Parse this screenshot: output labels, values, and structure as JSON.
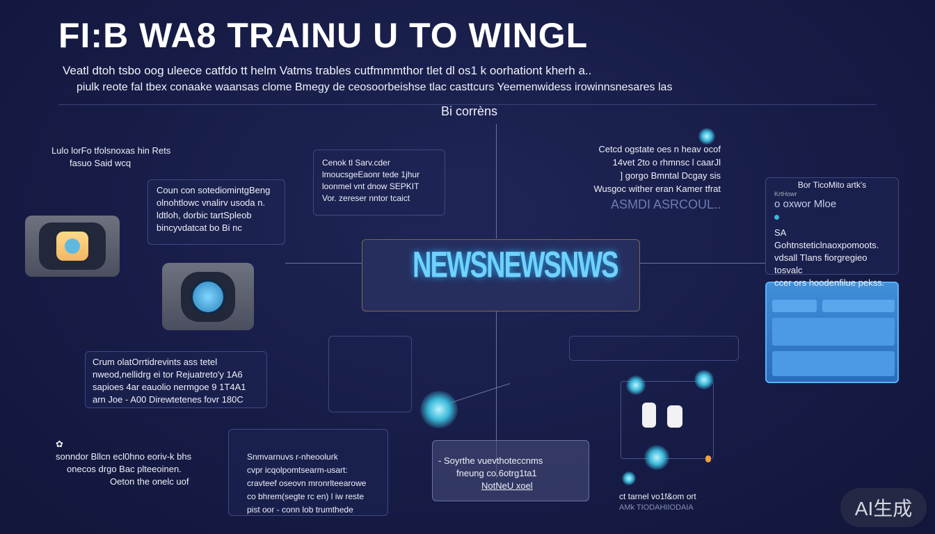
{
  "header": {
    "title": "FI:B WA8 TRAINU U TO WINGL",
    "subtitle_line1": "Veatl dtoh tsbo oog uleece catfdo tt helm Vatms trables cutfmmmthor tlet dl os1 k oorhationt kherh a..",
    "subtitle_line2": "piulk reote fal tbex conaake waansas clome Bmegy de ceosoorbeishse tlac casttcurs Yeemenwidess irowinnsnesares las",
    "section_label": "Bi corrèns"
  },
  "notes": {
    "top_left": [
      "Lulo lorFo tfolsnoxas hin Rets",
      "fasuo Said wcq"
    ],
    "card_a": [
      "Coun con sotediomintgBeng",
      "olnohtlowc vnalirv usoda n.",
      "ldtloh, dorbic tartSpleob",
      "bincyvdatcat bo Bi nc"
    ],
    "card_b": [
      "Cenok tl Sarv.cder",
      "lmoucsgeEaonr tede 1jhur",
      "loonmel vnt dnow SEPKIT",
      "Vor. zereser nntor tcaict"
    ],
    "card_c": [
      "Cetcd ogstate oes n heav ocof",
      "14vet 2to o rhmnsc l caarJl",
      "] gorgo Bmntal Dcgay sis",
      "Wusgoc wither eran Kamer tfrat"
    ],
    "card_c_faded": "ASMDI ASRCOUL..",
    "card_d_header": "Bor TicoMito artk's",
    "card_d_small": "KrtHowr",
    "card_d_sub": "o oxwor Mloe",
    "card_d": [
      "SA Gohtnsteticlnaoxpomoots.",
      "vdsall Tlans fiorgregieo tosvalc",
      "ccer ors hoodenfilue pekss."
    ],
    "card_e": [
      "Crum olatOrrtidrevints ass tetel",
      "nweod,nellidrg ei tor Rejuatreto'y 1A6",
      "sapioes 4ar eauolio nermgoe 9 1T4A1",
      "arn Joe - A00 Direwtetenes fovr 180C"
    ],
    "card_f": [
      "sonndor Bllcn ecl0hno eoriv-k bhs",
      "onecos drgo Bac plteeoinen.",
      "Oeton the onelc uof"
    ],
    "card_g": [
      "Snmvarnuvs r-nheoolurk",
      "cvpr icqolpomtsearm-usart:",
      "cravteef oseovn mronrlteearowe",
      "co bhrem(segte rc en) l iw reste",
      "pist oor - conn lob trumthede"
    ],
    "card_h": [
      "- Soyrthe vuevthoteccnms",
      "fneung co.6otrg1ta1",
      "NotNeU xoel"
    ],
    "bottom_caption": [
      "ct tarnel vo1f&om ort",
      "AMk TIODAHIIODAIA"
    ],
    "waveform_label": "NEWSNEWSNWS"
  },
  "badge": {
    "label": "AI生成"
  },
  "colors": {
    "background": "#171c47",
    "accent_cyan": "#3ab8d8",
    "panel_blue": "#3f8fd8",
    "line": "#6b739f"
  }
}
